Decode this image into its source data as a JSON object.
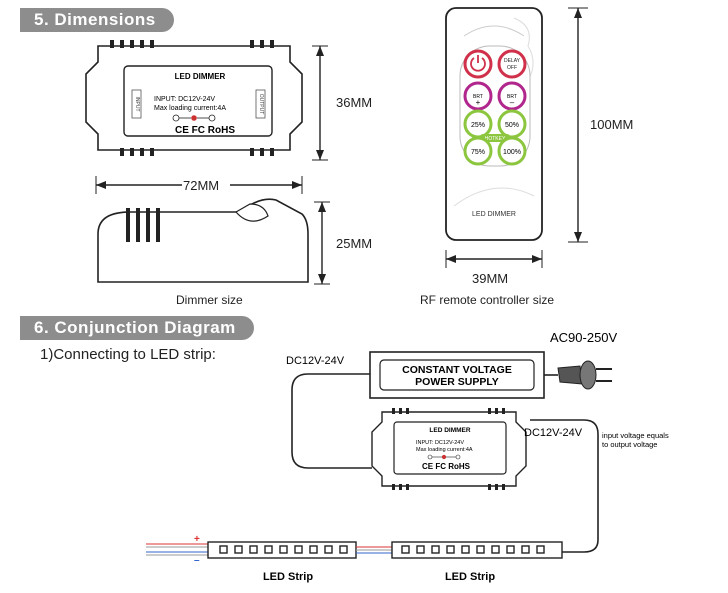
{
  "sections": {
    "dimensions": "5. Dimensions",
    "conjunction": "6. Conjunction Diagram"
  },
  "dimmer": {
    "label": "LED DIMMER",
    "input": "INPUT:   DC12V-24V",
    "max_current": "Max loading current:4A",
    "marks": "CE FC RoHS",
    "side_in": "INPUT",
    "side_out": "OUTPUT",
    "width": "72MM",
    "height": "36MM",
    "depth": "25MM",
    "caption": "Dimmer size"
  },
  "remote": {
    "btn_power": "",
    "btn_delay": "DELAY OFF",
    "btn_brt_up": "BRT",
    "btn_brt_down": "BRT",
    "btn_25": "25%",
    "btn_50": "50%",
    "btn_75": "75%",
    "btn_100": "100%",
    "hotkey": "HOTKEY",
    "label": "LED DIMMER",
    "height": "100MM",
    "width": "39MM",
    "caption": "RF remote controller size"
  },
  "diagram": {
    "subtitle": "1)Connecting to LED strip:",
    "ac_label": "AC90-250V",
    "psu_line1": "CONSTANT VOLTAGE",
    "psu_line2": "POWER SUPPLY",
    "dc_in": "DC12V-24V",
    "dc_out": "DC12V-24V",
    "note_line1": "input voltage equals",
    "note_line2": "to output voltage",
    "plus": "+",
    "minus": "–",
    "strip1": "LED Strip",
    "strip2": "LED Strip",
    "small_dimmer": {
      "label": "LED DIMMER",
      "input": "INPUT:   DC12V-24V",
      "max_current": "Max loading current:4A",
      "marks": "CE FC RoHS"
    }
  }
}
